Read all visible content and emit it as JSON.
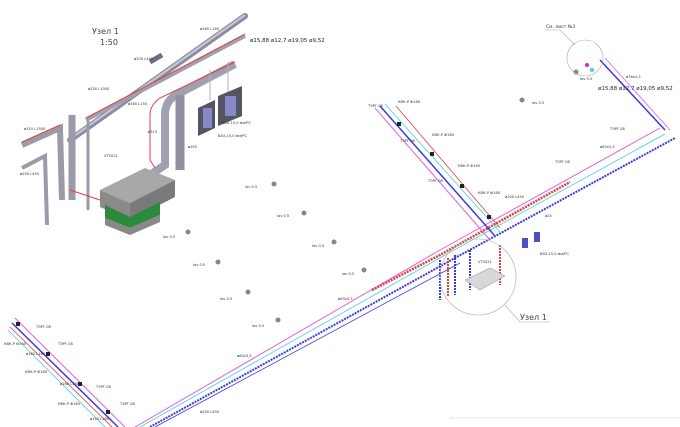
{
  "drawing": {
    "node_title": "Узел 1",
    "node_scale": "1:50",
    "node_callout": "Узел 1",
    "sheet_ref": "См. лист №3",
    "unit_label": "VTS021",
    "condenser_label": "ВАЗ-15,0 мм/РС",
    "sprinkler_label": "lav 0.5",
    "valve_label": "КВК-Р Ф160",
    "branch_label": "ТЭРГ.08",
    "dims": {
      "d160_l160": "ø160 L160",
      "d250_l1000": "ø250 L1000",
      "d200_l450": "ø200 L450",
      "d315": "ø315",
      "d315_l1500": "ø315 L1500",
      "d160_l150": "ø160 L150",
      "d355": "ø355",
      "d25": "ø25",
      "d63": "ø63х3,5",
      "d76": "ø76х3,5",
      "pipes": "ø15,88 ø12,7 ø19,05 ø9,52"
    }
  },
  "colors": {
    "supply": "#e04040",
    "return": "#3a3ae0",
    "duct": "#e060e0",
    "cyan": "#40d0e0",
    "pipe_gray": "#9a9aa8",
    "unit_green": "#2c8a3c"
  }
}
